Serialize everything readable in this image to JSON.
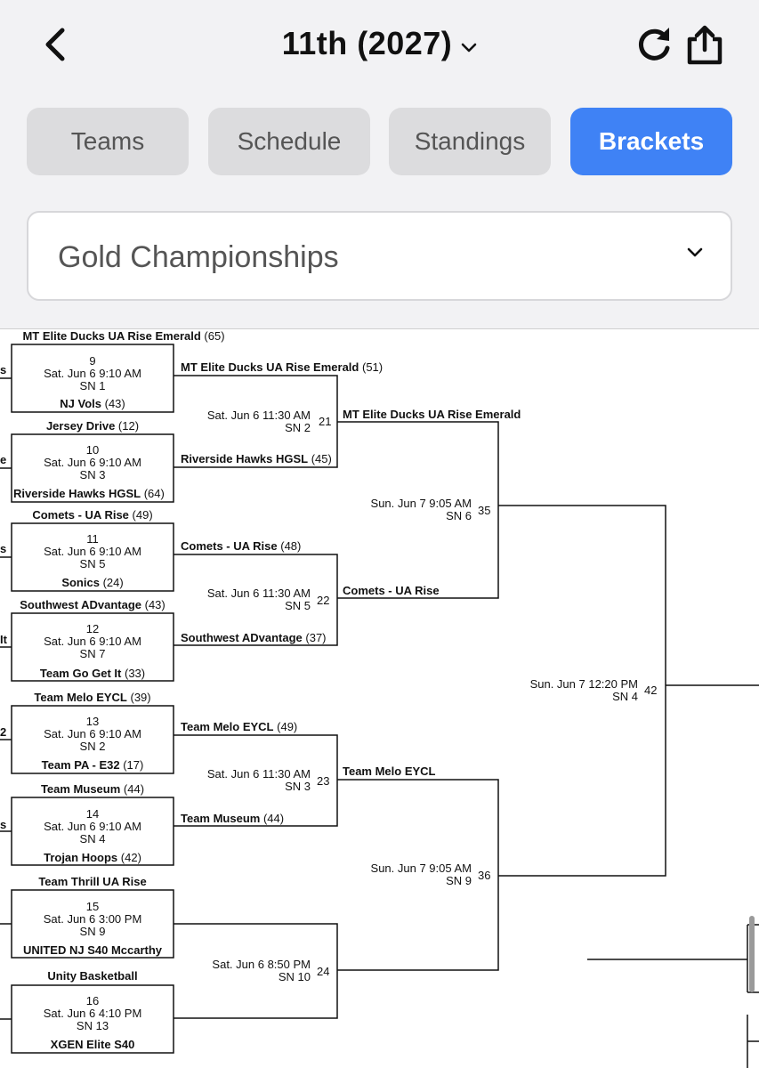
{
  "header": {
    "title": "11th (2027)",
    "back_icon": "chevron-left-icon",
    "refresh_icon": "refresh-icon",
    "share_icon": "share-icon"
  },
  "tabs": [
    {
      "label": "Teams",
      "active": false
    },
    {
      "label": "Schedule",
      "active": false
    },
    {
      "label": "Standings",
      "active": false
    },
    {
      "label": "Brackets",
      "active": true
    }
  ],
  "division_select": {
    "value": "Gold Championships"
  },
  "colors": {
    "accent": "#3f82f5",
    "background": "#f2f2f4",
    "tab_inactive": "#dcdcde"
  },
  "bracket": {
    "edge_labels": [
      "s",
      "e",
      "s",
      "It",
      "2",
      "s"
    ],
    "round1": [
      {
        "num": "9",
        "date": "Sat. Jun 6 9:10 AM",
        "court": "SN 1",
        "top_team": "MT Elite Ducks UA Rise Emerald",
        "top_score": "(65)",
        "bottom_team": "NJ Vols",
        "bottom_score": "(43)"
      },
      {
        "num": "10",
        "date": "Sat. Jun 6 9:10 AM",
        "court": "SN 3",
        "top_team": "Jersey Drive",
        "top_score": "(12)",
        "bottom_team": "Riverside Hawks HGSL",
        "bottom_score": "(64)"
      },
      {
        "num": "11",
        "date": "Sat. Jun 6 9:10 AM",
        "court": "SN 5",
        "top_team": "Comets - UA Rise",
        "top_score": "(49)",
        "bottom_team": "Sonics",
        "bottom_score": "(24)"
      },
      {
        "num": "12",
        "date": "Sat. Jun 6 9:10 AM",
        "court": "SN 7",
        "top_team": "Southwest ADvantage",
        "top_score": "(43)",
        "bottom_team": "Team Go Get It",
        "bottom_score": "(33)"
      },
      {
        "num": "13",
        "date": "Sat. Jun 6 9:10 AM",
        "court": "SN 2",
        "top_team": "Team Melo EYCL",
        "top_score": "(39)",
        "bottom_team": "Team PA - E32",
        "bottom_score": "(17)"
      },
      {
        "num": "14",
        "date": "Sat. Jun 6 9:10 AM",
        "court": "SN 4",
        "top_team": "Team Museum",
        "top_score": "(44)",
        "bottom_team": "Trojan Hoops",
        "bottom_score": "(42)"
      },
      {
        "num": "15",
        "date": "Sat. Jun 6 3:00 PM",
        "court": "SN 9",
        "top_team": "Team Thrill UA Rise",
        "top_score": "",
        "bottom_team": "UNITED NJ S40 Mccarthy",
        "bottom_score": ""
      },
      {
        "num": "16",
        "date": "Sat. Jun 6 4:10 PM",
        "court": "SN 13",
        "top_team": "Unity Basketball",
        "top_score": "",
        "bottom_team": "XGEN Elite S40",
        "bottom_score": ""
      }
    ],
    "round2": [
      {
        "num": "21",
        "date": "Sat. Jun 6 11:30 AM",
        "court": "SN 2",
        "top_team": "MT Elite Ducks UA Rise Emerald",
        "top_score": "(51)",
        "bottom_team": "Riverside Hawks HGSL",
        "bottom_score": "(45)"
      },
      {
        "num": "22",
        "date": "Sat. Jun 6 11:30 AM",
        "court": "SN 5",
        "top_team": "Comets - UA Rise",
        "top_score": "(48)",
        "bottom_team": "Southwest ADvantage",
        "bottom_score": "(37)"
      },
      {
        "num": "23",
        "date": "Sat. Jun 6 11:30 AM",
        "court": "SN 3",
        "top_team": "Team Melo EYCL",
        "top_score": "(49)",
        "bottom_team": "Team Museum",
        "bottom_score": "(44)"
      },
      {
        "num": "24",
        "date": "Sat. Jun 6 8:50 PM",
        "court": "SN 10",
        "top_team": "",
        "top_score": "",
        "bottom_team": "",
        "bottom_score": ""
      }
    ],
    "round3": [
      {
        "num": "35",
        "date": "Sun. Jun 7 9:05 AM",
        "court": "SN 6",
        "top_team": "MT Elite Ducks UA Rise Emerald",
        "bottom_team": "Comets - UA Rise"
      },
      {
        "num": "36",
        "date": "Sun. Jun 7 9:05 AM",
        "court": "SN 9",
        "top_team": "Team Melo EYCL",
        "bottom_team": ""
      }
    ],
    "round4": [
      {
        "num": "42",
        "date": "Sun. Jun 7 12:20 PM",
        "court": "SN 4"
      }
    ]
  }
}
